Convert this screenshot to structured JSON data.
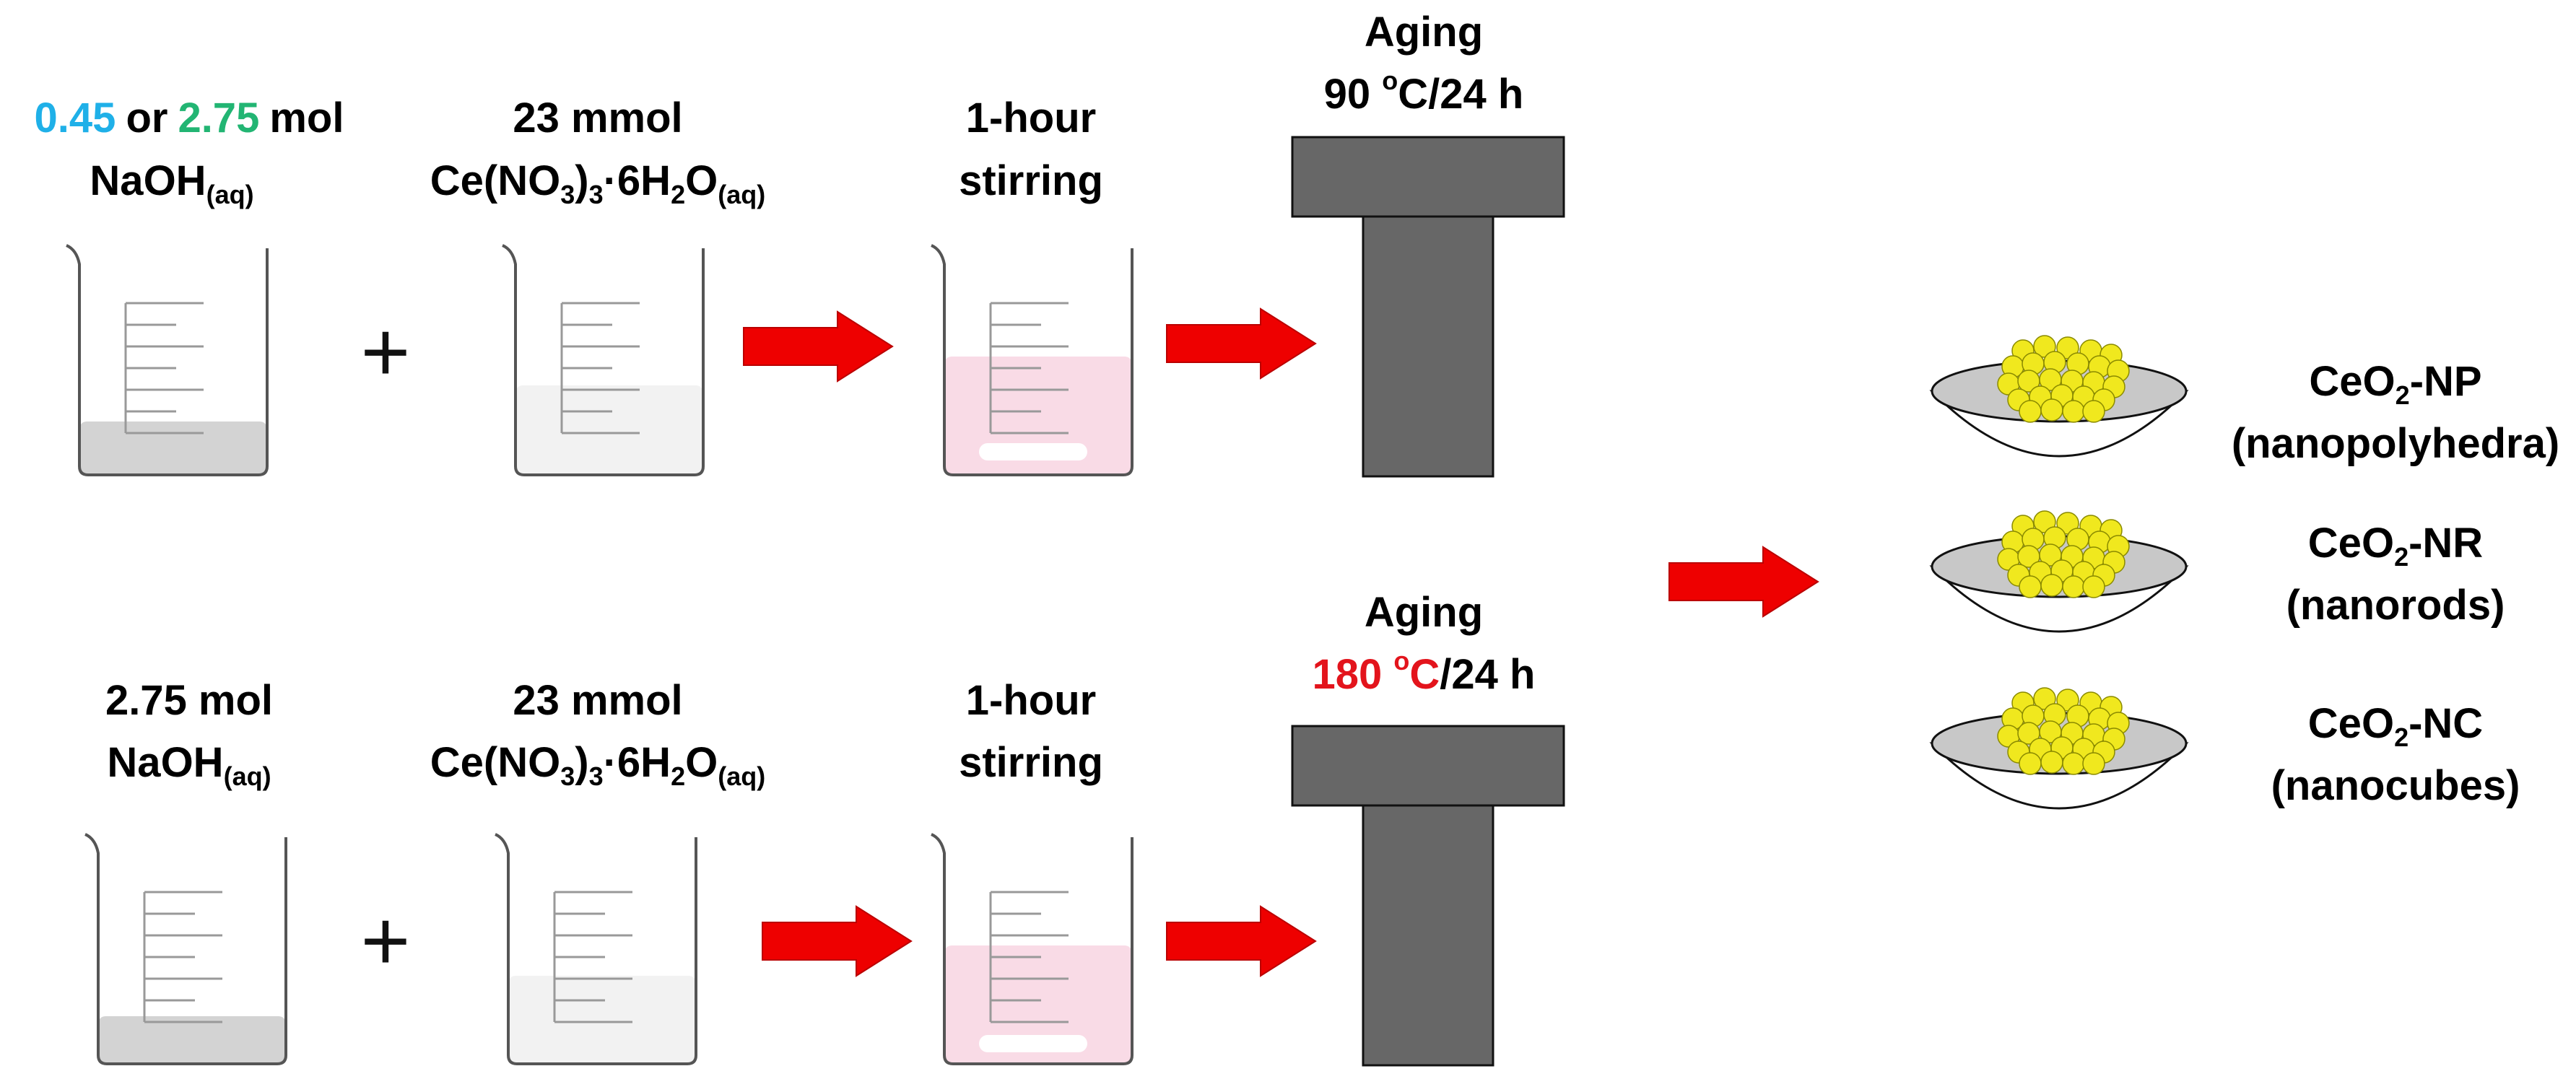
{
  "colors": {
    "blue": "#1fb0e8",
    "green": "#22b573",
    "orange": "#f7b21a",
    "red": "#e3141c",
    "arrow": "#ee0000",
    "reactor": "#676767",
    "pink_liquid": "#f9dbe6",
    "grey_liquid": "#d3d3d3",
    "light_liquid": "#f2f2f2",
    "particle": "#f0e81e"
  },
  "row1": {
    "naoh": {
      "v1": "0.45",
      "or": "or",
      "v2": "2.75",
      "unit": "mol",
      "formula": "NaOH",
      "phase": "(aq)"
    },
    "cerium": {
      "amount": "23 mmol",
      "f1": "Ce(NO",
      "s1": "3",
      "f2": ")",
      "s2": "3",
      "f3": "·6H",
      "s3": "2",
      "f4": "O",
      "phase": "(aq)"
    },
    "plus": "+",
    "stir": {
      "line1": "1-hour",
      "line2": "stirring"
    },
    "aging": {
      "line1": "Aging",
      "temp": "90 ",
      "deg": "o",
      "rest": "C/24 h"
    }
  },
  "row2": {
    "naoh": {
      "amount": "2.75 mol",
      "formula": "NaOH",
      "phase": "(aq)"
    },
    "cerium": {
      "amount": "23 mmol",
      "f1": "Ce(NO",
      "s1": "3",
      "f2": ")",
      "s2": "3",
      "f3": "·6H",
      "s3": "2",
      "f4": "O",
      "phase": "(aq)"
    },
    "plus": "+",
    "stir": {
      "line1": "1-hour",
      "line2": "stirring"
    },
    "aging": {
      "line1": "Aging",
      "temp": "180 ",
      "deg": "o",
      "rest": "C/24 h"
    }
  },
  "products": [
    {
      "pre": "CeO",
      "sub": "2",
      "post": "-NP",
      "desc": "(nanopolyhedra)"
    },
    {
      "pre": "CeO",
      "sub": "2",
      "post": "-NR",
      "desc": "(nanorods)"
    },
    {
      "pre": "CeO",
      "sub": "2",
      "post": "-NC",
      "desc": "(nanocubes)"
    }
  ]
}
